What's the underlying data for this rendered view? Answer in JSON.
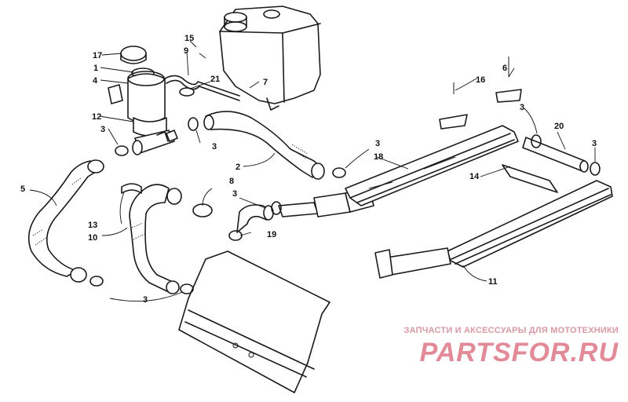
{
  "labels": [
    {
      "id": "17",
      "text": "17"
    },
    {
      "id": "15",
      "text": "15"
    },
    {
      "id": "9",
      "text": "9"
    },
    {
      "id": "1",
      "text": "1"
    },
    {
      "id": "4",
      "text": "4"
    },
    {
      "id": "21",
      "text": "21"
    },
    {
      "id": "7",
      "text": "7"
    },
    {
      "id": "12",
      "text": "12"
    },
    {
      "id": "3a",
      "text": "3"
    },
    {
      "id": "3b",
      "text": "3"
    },
    {
      "id": "2",
      "text": "2"
    },
    {
      "id": "5",
      "text": "5"
    },
    {
      "id": "8",
      "text": "8"
    },
    {
      "id": "3c",
      "text": "3"
    },
    {
      "id": "13",
      "text": "13"
    },
    {
      "id": "10",
      "text": "10"
    },
    {
      "id": "19",
      "text": "19"
    },
    {
      "id": "3d",
      "text": "3"
    },
    {
      "id": "3e",
      "text": "3"
    },
    {
      "id": "18",
      "text": "18"
    },
    {
      "id": "6",
      "text": "6"
    },
    {
      "id": "16",
      "text": "16"
    },
    {
      "id": "3f",
      "text": "3"
    },
    {
      "id": "20",
      "text": "20"
    },
    {
      "id": "3g",
      "text": "3"
    },
    {
      "id": "14",
      "text": "14"
    },
    {
      "id": "11",
      "text": "11"
    }
  ],
  "watermark": {
    "tagline": "ЗАПЧАСТИ И АКСЕССУАРЫ ДЛЯ МОТОТЕХНИКИ",
    "logo": "PARTSFOR.RU"
  }
}
